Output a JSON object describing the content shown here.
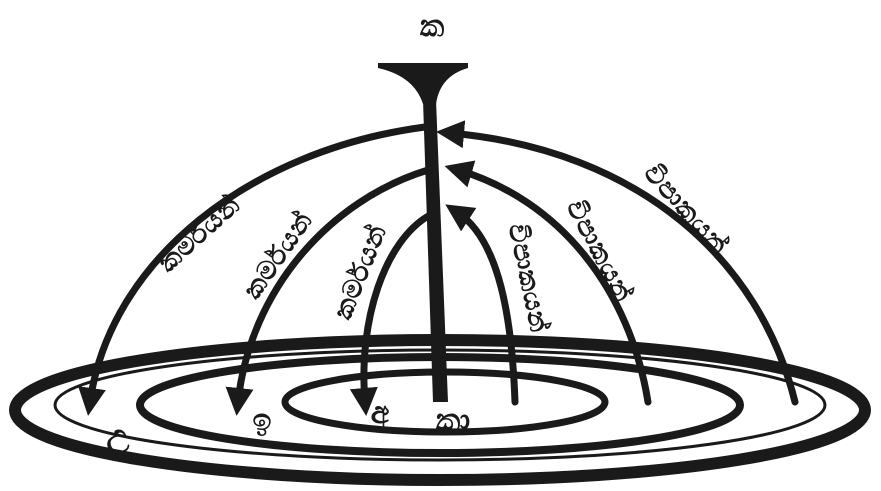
{
  "diagram": {
    "top_label": "ක",
    "center_label": "කා",
    "left_labels": [
      "උ",
      "ඉ",
      "අ"
    ],
    "descending_arc_labels": [
      "කර්මයන්",
      "කර්මයන්",
      "කර්මයන්"
    ],
    "ascending_arc_labels": [
      "විපාකයන්",
      "විපාකයන්",
      "විපාකයන්"
    ],
    "line_color": "#1a1a1a",
    "background_color": "#ffffff"
  }
}
